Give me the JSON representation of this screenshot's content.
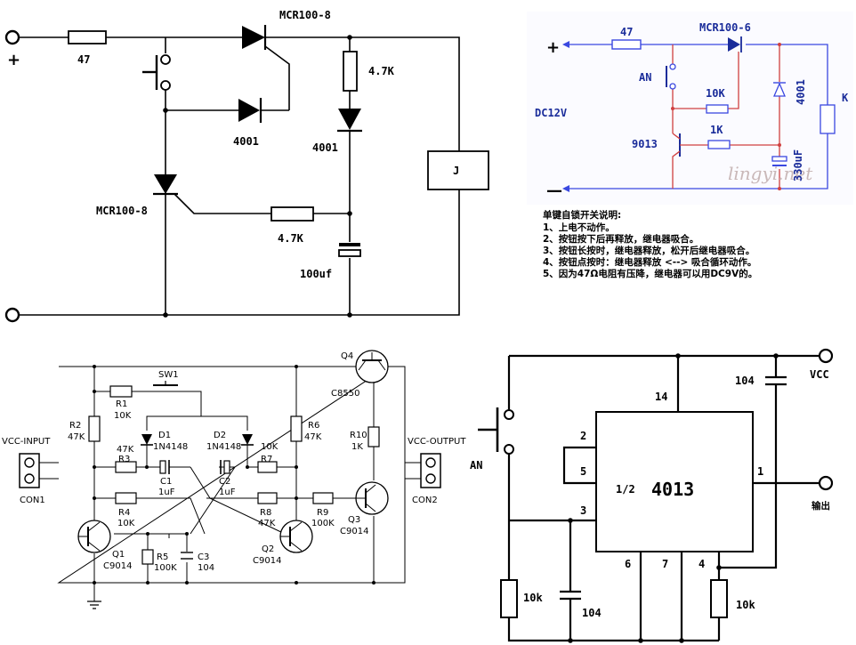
{
  "circuit1": {
    "plus": "+",
    "r_in": "47",
    "scr_top": "MCR100-8",
    "r_47k_top": "4.7K",
    "diode_left": "4001",
    "diode_right": "4001",
    "relay": "J",
    "scr_bottom": "MCR100-8",
    "r_47k_mid": "4.7K",
    "cap": "100uf"
  },
  "circuit2": {
    "plus": "+",
    "minus": "—",
    "r_in": "47",
    "scr": "MCR100-6",
    "an": "AN",
    "r_10k": "10K",
    "diode": "4001",
    "relay": "K",
    "dc": "DC12V",
    "transistor": "9013",
    "r_1k": "1K",
    "cap": "330uF",
    "watermark": "lingyi.net"
  },
  "notes": {
    "title": "单键自锁开关说明:",
    "lines": [
      "1、上电不动作。",
      "2、按钮按下后再释放，继电器吸合。",
      "3、按钮长按时，继电器释放，松开后继电器吸合。",
      "4、按钮点按时：继电器释放 <--> 吸合循环动作。",
      "5、因为47Ω电阻有压降，继电器可以用DC9V的。"
    ]
  },
  "circuit3": {
    "sw": "SW1",
    "q4": "Q4",
    "q4_part": "C8550",
    "r1": "R1",
    "r1_val": "10K",
    "r2": "R2",
    "r2_val": "47K",
    "d1": "D1",
    "d1_part": "1N4148",
    "d2": "D2",
    "d2_part": "1N4148",
    "r6": "R6",
    "r6_val": "47K",
    "r10": "R10",
    "r10_val": "1K",
    "vcc_in": "VCC-INPUT",
    "vcc_out": "VCC-OUTPUT",
    "r3_val": "47K",
    "r3": "R3",
    "c1": "C1",
    "c1_val": "1uF",
    "c2": "C2",
    "c2_val": "1uF",
    "r7_val": "10K",
    "r7": "R7",
    "con1": "CON1",
    "con2": "CON2",
    "r4": "R4",
    "r4_val": "10K",
    "r8": "R8",
    "r8_val": "47K",
    "r9": "R9",
    "r9_val": "100K",
    "q3": "Q3",
    "q3_part": "C9014",
    "q1": "Q1",
    "q1_part": "C9014",
    "r5": "R5",
    "r5_val": "100K",
    "c3": "C3",
    "c3_val": "104",
    "q2": "Q2",
    "q2_part": "C9014"
  },
  "circuit4": {
    "vcc": "VCC",
    "cap_top": "104",
    "pin14": "14",
    "an": "AN",
    "pin2": "2",
    "pin5": "5",
    "pin1": "1",
    "half": "1/2",
    "chip": "4013",
    "out": "输出",
    "pin3": "3",
    "pin6": "6",
    "pin7": "7",
    "pin4": "4",
    "r_left": "10k",
    "cap_bottom": "104",
    "r_right": "10k"
  }
}
